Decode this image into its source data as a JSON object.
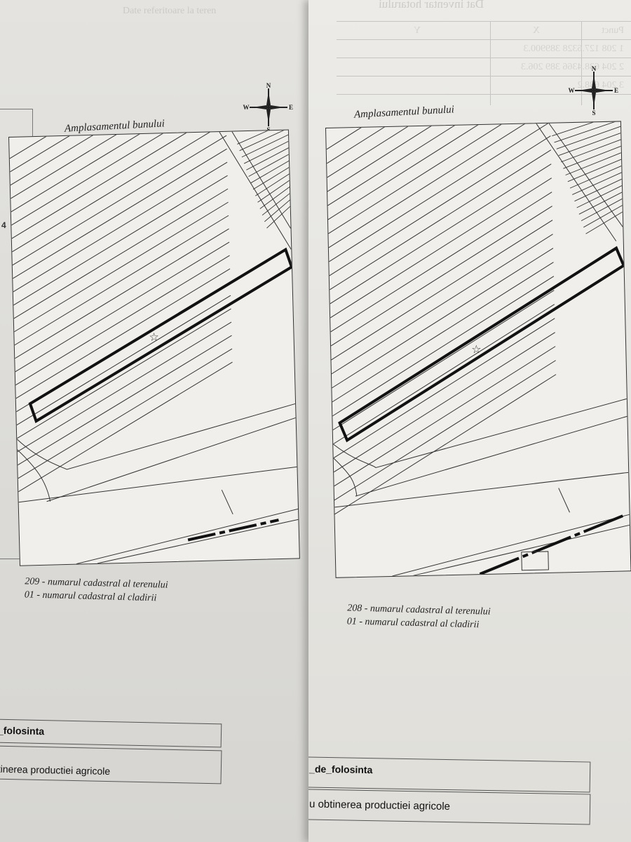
{
  "left_page": {
    "heading": "Amplasamentul bunului",
    "legend_line1": "209 - numarul cadastral al terenului",
    "legend_line2": "01 - numarul cadastral al cladirii",
    "field_label": "_folosinta",
    "field_value": "tinerea productiei agricole",
    "margin_fragment": "4"
  },
  "right_page": {
    "heading": "Amplasamentul bunului",
    "legend_line1": "208 - numarul cadastral al terenului",
    "legend_line2": "01 - numarul cadastral al cladirii",
    "field_label": "_de_folosinta",
    "field_value": "u obtinerea productiei agricole"
  },
  "compass": {
    "north": "N",
    "south": "S",
    "east": "E",
    "west": "W"
  },
  "show_through": {
    "title": "Date referitoare la teren",
    "inventory_title": "Dat inventar hotarului",
    "col_punct": "Punct",
    "col_x": "X",
    "col_y": "Y",
    "row1": "1   208 127.6328   389900.3",
    "row2": "2   204 638.4366   389 206.3",
    "row3": "3   204 638.2"
  },
  "colors": {
    "paper_left": "#dcdbd7",
    "paper_right": "#e5e4e0",
    "ink": "#222222",
    "background": "#5a5c60"
  }
}
